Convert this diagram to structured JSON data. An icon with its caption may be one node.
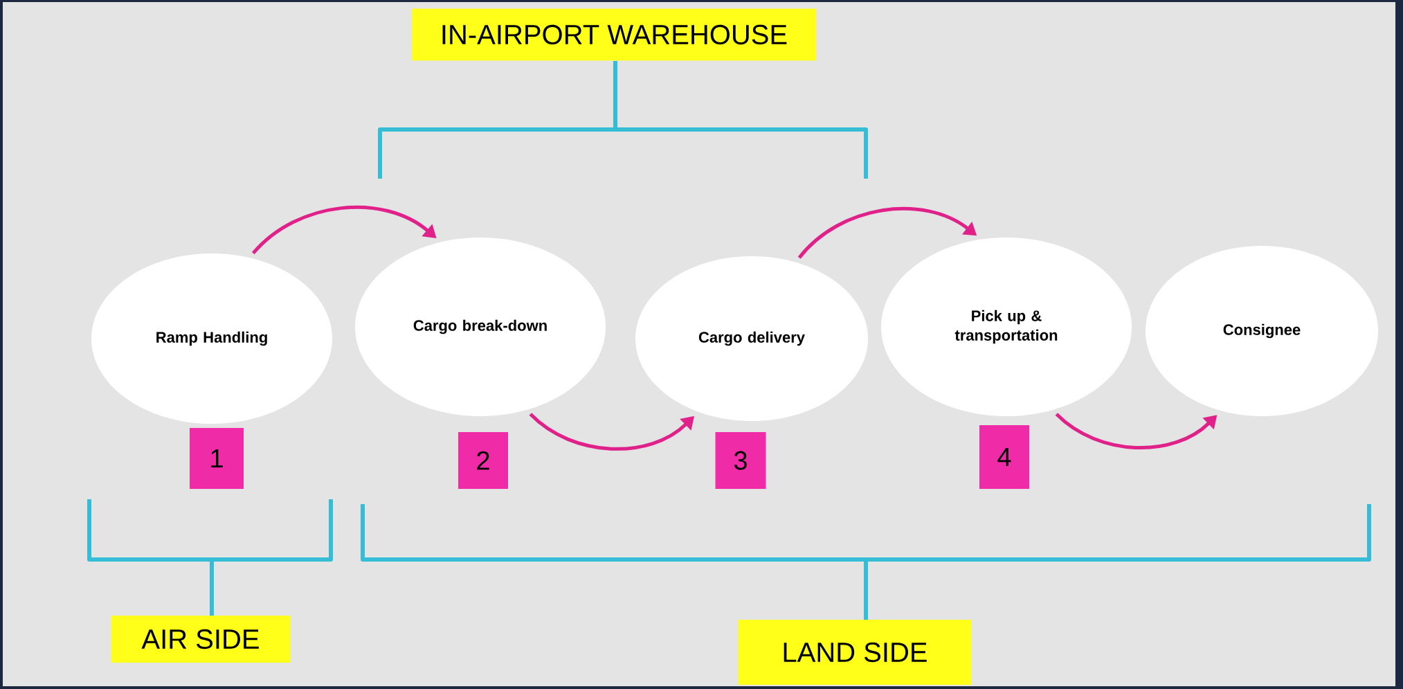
{
  "diagram": {
    "nodes": [
      {
        "text": [
          "IN-AIRPORT WAREHOUSE"
        ]
      },
      {
        "text": [
          "Ramp Handling"
        ]
      },
      {
        "text": [
          "Cargo break-down"
        ]
      },
      {
        "text": [
          "Cargo delivery"
        ]
      },
      {
        "text": [
          "Pick up & transportation"
        ]
      },
      {
        "text": [
          "Consignee"
        ]
      },
      {
        "text": [
          "1"
        ]
      },
      {
        "text": [
          "2"
        ]
      },
      {
        "text": [
          "3"
        ]
      },
      {
        "text": [
          "4"
        ]
      },
      {
        "text": [
          "AIR SIDE"
        ]
      },
      {
        "text": [
          "LAND SIDE"
        ]
      }
    ],
    "edges": [
      {
        "from": 1,
        "to": 2,
        "arrow": "to"
      },
      {
        "from": 2,
        "to": 3,
        "arrow": "to"
      },
      {
        "from": 3,
        "to": 4,
        "arrow": "to"
      },
      {
        "from": 4,
        "to": 5,
        "arrow": "to"
      }
    ]
  }
}
